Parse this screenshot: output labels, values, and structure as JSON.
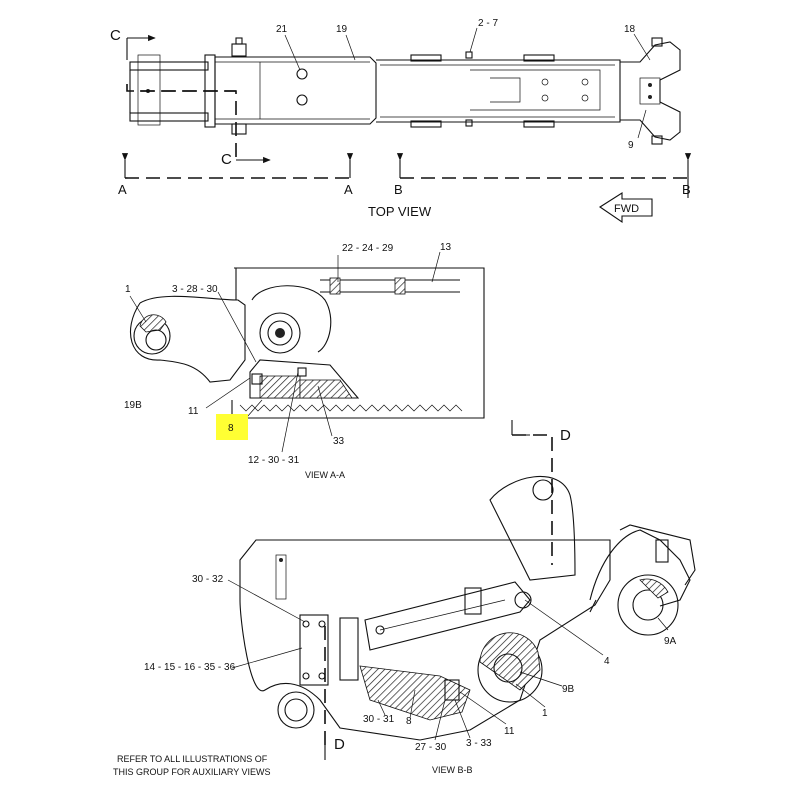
{
  "labels": {
    "c_top": "C",
    "c_bottom": "C",
    "l21": "21",
    "l19": "19",
    "l2_7": "2 - 7",
    "l18": "18",
    "l9": "9",
    "a_left": "A",
    "a_right": "A",
    "b_left": "B",
    "b_right": "B",
    "top_view": "TOP VIEW",
    "fwd": "FWD",
    "l22_24_29": "22 - 24 - 29",
    "l13": "13",
    "l3_28_30": "3 - 28 - 30",
    "l1_a": "1",
    "l19b": "19B",
    "l11_a": "11",
    "l8": "8",
    "l12_30_31": "12 - 30 - 31",
    "l33": "33",
    "view_aa": "VIEW  A-A",
    "d_top": "D",
    "d_bottom": "D",
    "l30_32": "30 - 32",
    "l14_15_16_35_36": "14 - 15 - 16 - 35 - 36",
    "l4": "4",
    "l9a": "9A",
    "l9b": "9B",
    "l1_b": "1",
    "l30_31": "30 - 31",
    "l8_b": "8",
    "l27_30": "27 - 30",
    "l3_33": "3 - 33",
    "l11_b": "11",
    "note_line1": "REFER TO ALL ILLUSTRATIONS OF",
    "note_line2": "THIS GROUP FOR AUXILIARY VIEWS",
    "view_bb": "VIEW B-B"
  },
  "highlight": {
    "color": "#ffff33",
    "target": "8"
  }
}
